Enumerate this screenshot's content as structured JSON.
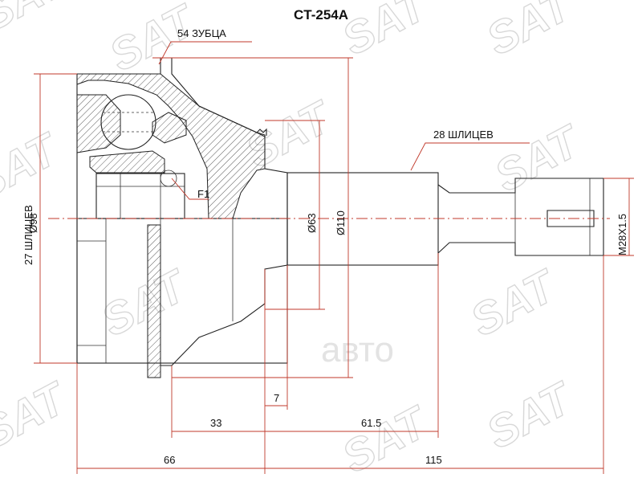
{
  "title": "CT-254A",
  "watermark": {
    "brand": "SAT",
    "registered": "®",
    "logo_text": "авто"
  },
  "labels": {
    "teeth": "54 ЗУБЦА",
    "outer_splines": "28 ШЛИЦЕВ",
    "inner_splines": "27 ШЛИЦЕВ",
    "f1": "F1",
    "thread": "M28X1.5"
  },
  "dimensions": {
    "d98": "Ø98",
    "d63": "Ø63",
    "d110": "Ø110",
    "len7": "7",
    "len33": "33",
    "len61_5": "61.5",
    "len66": "66",
    "len115": "115"
  },
  "colors": {
    "dimension_lines": "#c0392b",
    "outline": "#222222",
    "watermark": "#d8d8d8"
  }
}
